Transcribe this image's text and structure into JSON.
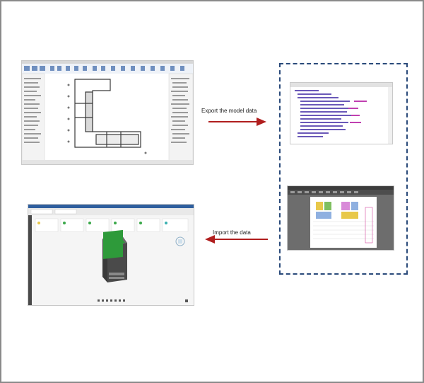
{
  "labels": {
    "export": "Export the model data",
    "import": "Import the data"
  },
  "colors": {
    "arrow": "#b01e1e",
    "dashed_border": "#2a4a7a",
    "ribbon_blue": "#2f5f9e",
    "green_model": "#2e9a3a"
  },
  "items": {
    "source": "revit-floorplan-screenshot",
    "xml": "xml-data-screenshot",
    "excel": "spreadsheet-screenshot",
    "viewer": "3d-viewer-screenshot"
  }
}
